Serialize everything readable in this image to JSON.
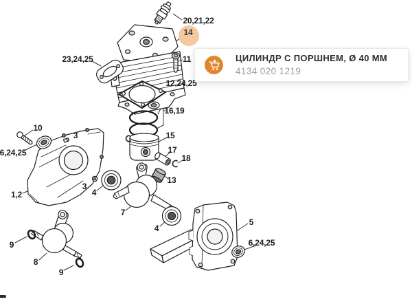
{
  "callout": {
    "title": "ЦИЛИНДР С ПОРШНЕМ, Ø 40 ММ",
    "part_number": "4134 020 1219",
    "icon": "cart-plus-icon",
    "accent_color": "#E0862F"
  },
  "diagram": {
    "highlight_color": "#F3C9A1",
    "labels": {
      "sparkplug_set": "20,21,22",
      "cylinder": "14",
      "screw_11": "11",
      "muffler_gasket": "23,24,25",
      "base_gasket": "12,24,25",
      "piston_rings": "16,19",
      "screw_10": "10",
      "piston": "15",
      "wrist_pin": "17",
      "circlip": "18",
      "needle_cage": "13",
      "oil_seal_left": "6,24,25",
      "screw_3_top": "3",
      "crankcase_left": "1,2",
      "nut_3": "3",
      "bearing_left": "4",
      "crankshaft": "7",
      "bearing_right": "4",
      "crankcase_right": "5",
      "oil_seal_right": "6,24,25",
      "crankshaft_8": "8",
      "oring_left": "9",
      "oring_right": "9"
    }
  }
}
